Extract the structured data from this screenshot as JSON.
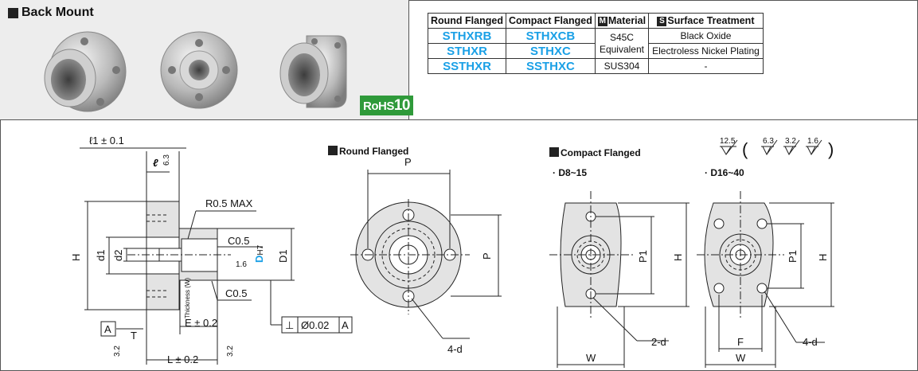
{
  "header": {
    "title": "Back Mount",
    "rohs_prefix": "RoHS",
    "rohs_number": "10"
  },
  "table": {
    "headers": {
      "round": "Round Flanged",
      "compact": "Compact Flanged",
      "material_badge": "M",
      "material": "Material",
      "surface_badge": "S",
      "surface": "Surface Treatment"
    },
    "rows": [
      {
        "round": "STHXRB",
        "compact": "STHXCB",
        "surface": "Black Oxide"
      },
      {
        "round": "STHXR",
        "compact": "STHXC",
        "surface": "Electroless Nickel Plating"
      },
      {
        "round": "SSTHXR",
        "compact": "SSTHXC",
        "material": "SUS304",
        "surface": "-"
      }
    ],
    "material_merged_line1": "S45C",
    "material_merged_line2": "Equivalent"
  },
  "drawing": {
    "l1": "ℓ1 ± 0.1",
    "l": "ℓ",
    "rough_63": "6.3",
    "r05": "R0.5 MAX",
    "c05_top": "C0.5",
    "c05_bot": "C0.5",
    "rough_16": "1.6",
    "d_label": "D",
    "h7": "H7",
    "D1": "D1",
    "H": "H",
    "d1": "d1",
    "d2": "d2",
    "thickness": "Thickness (W)",
    "E": "E ± 0.2",
    "A": "A",
    "T": "T",
    "L": "L ± 0.2",
    "rough_32a": "3.2",
    "rough_32b": "3.2",
    "perp": "⊥",
    "tolerance": "Ø0.02",
    "datum": "A",
    "round_title": "Round Flanged",
    "P_top": "P",
    "P_right": "P",
    "four_d_round": "4-d",
    "compact_title": "Compact Flanged",
    "range1": "· D8~15",
    "range2": "· D16~40",
    "surface_symbols": [
      "12.5",
      "6.3",
      "3.2",
      "1.6"
    ],
    "P1_a": "P1",
    "H_a": "H",
    "two_d": "2-d",
    "W_a": "W",
    "P1_b": "P1",
    "H_b": "H",
    "F": "F",
    "four_d_compact": "4-d",
    "W_b": "W"
  }
}
